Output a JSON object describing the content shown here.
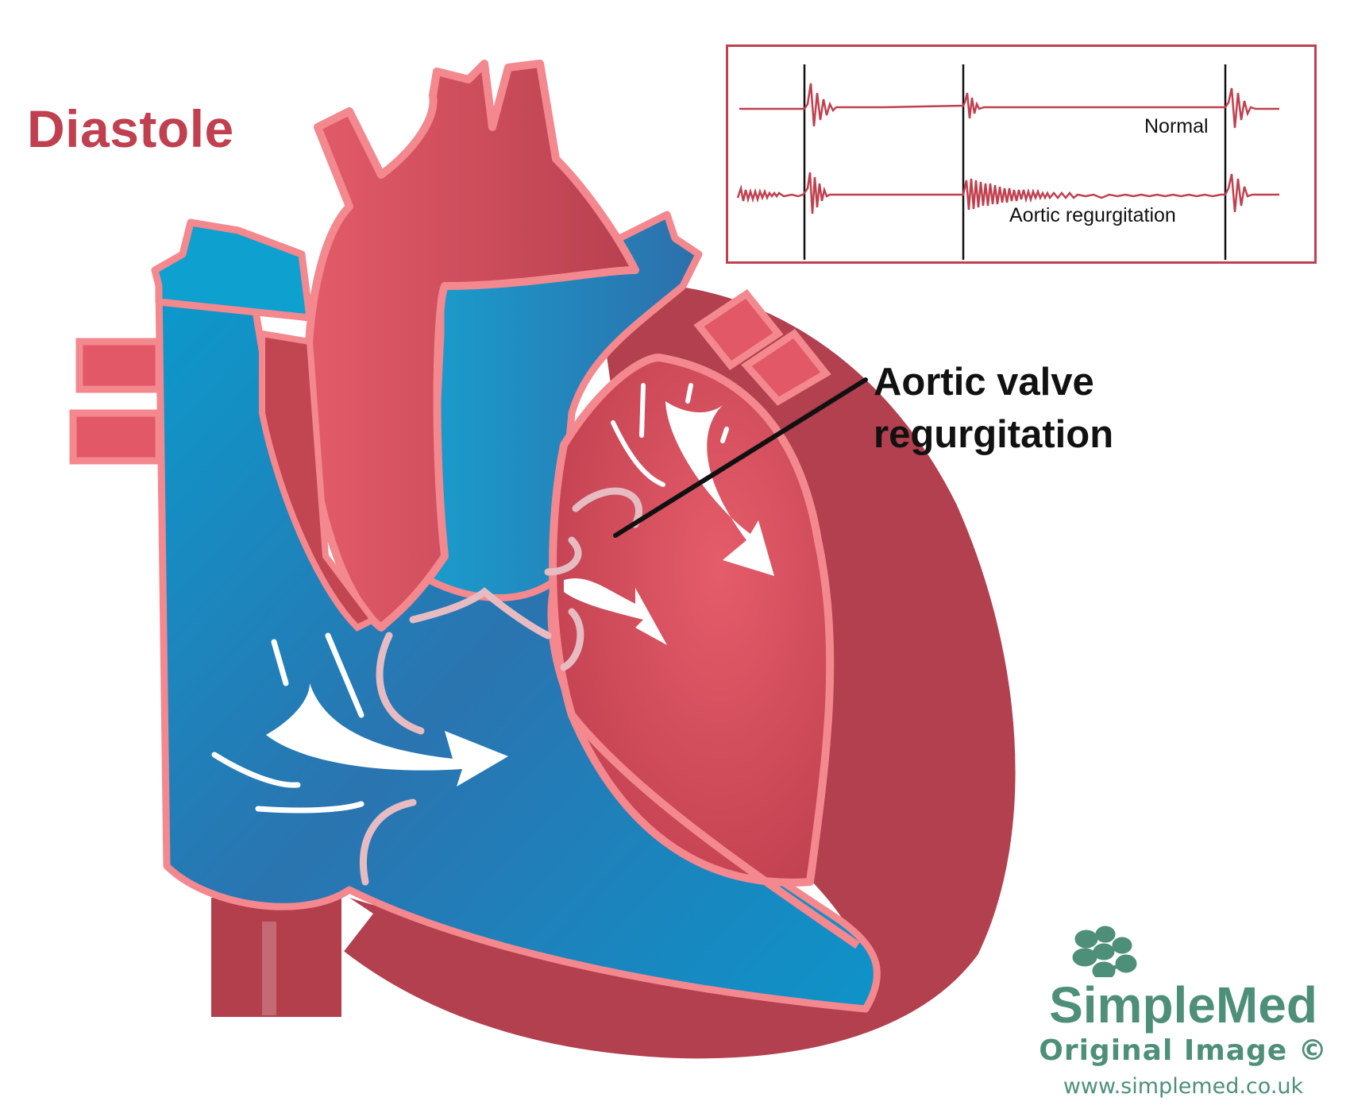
{
  "title": "Diastole",
  "annotation": {
    "line1": "Aortic valve",
    "line2": "regurgitation"
  },
  "inset": {
    "normal_label": "Normal",
    "ar_label": "Aortic regurgitation"
  },
  "logo": {
    "name": "SimpleMed",
    "subtitle": "Original Image ©",
    "url": "www.simplemed.co.uk"
  },
  "colors": {
    "title_red": "#c0404f",
    "outline_pink": "#f3888f",
    "vessel_red": "#e0596a",
    "myocardium": "#b2404f",
    "blood_blue": "#1a8fc7",
    "logo_green": "#4e8f7a"
  }
}
